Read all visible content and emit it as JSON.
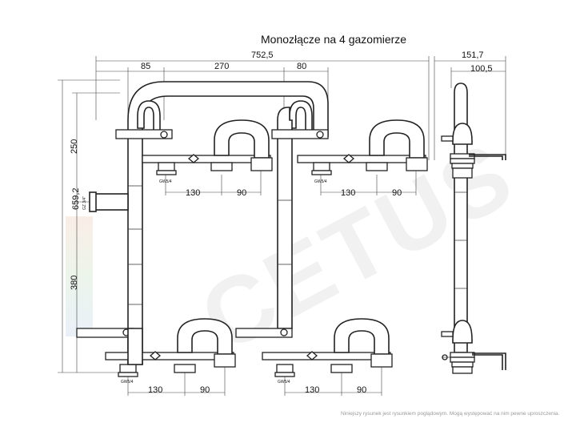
{
  "title": "Monozłącze na 4 gazomierze",
  "watermark": "CETUS",
  "footer_note": "Niniejszy rysunek jest rysunkiem poglądowym. Mogą występować na nim pewne uproszczenia.",
  "dimensions": {
    "total_width": "752,5",
    "seg_left": "85",
    "seg_middle": "270",
    "seg_right": "80",
    "side_total": "151,7",
    "side_inner": "100,5",
    "total_height": "659,2",
    "upper_height": "250",
    "lower_height": "380",
    "spacing_a": "130",
    "spacing_b": "90"
  },
  "thread_labels": {
    "inlet": "GZ 3/4\"",
    "outlet": "GW5/4"
  },
  "colors": {
    "line": "#222222",
    "watermark": "#d9d9d9",
    "note": "#9a9a9a"
  }
}
